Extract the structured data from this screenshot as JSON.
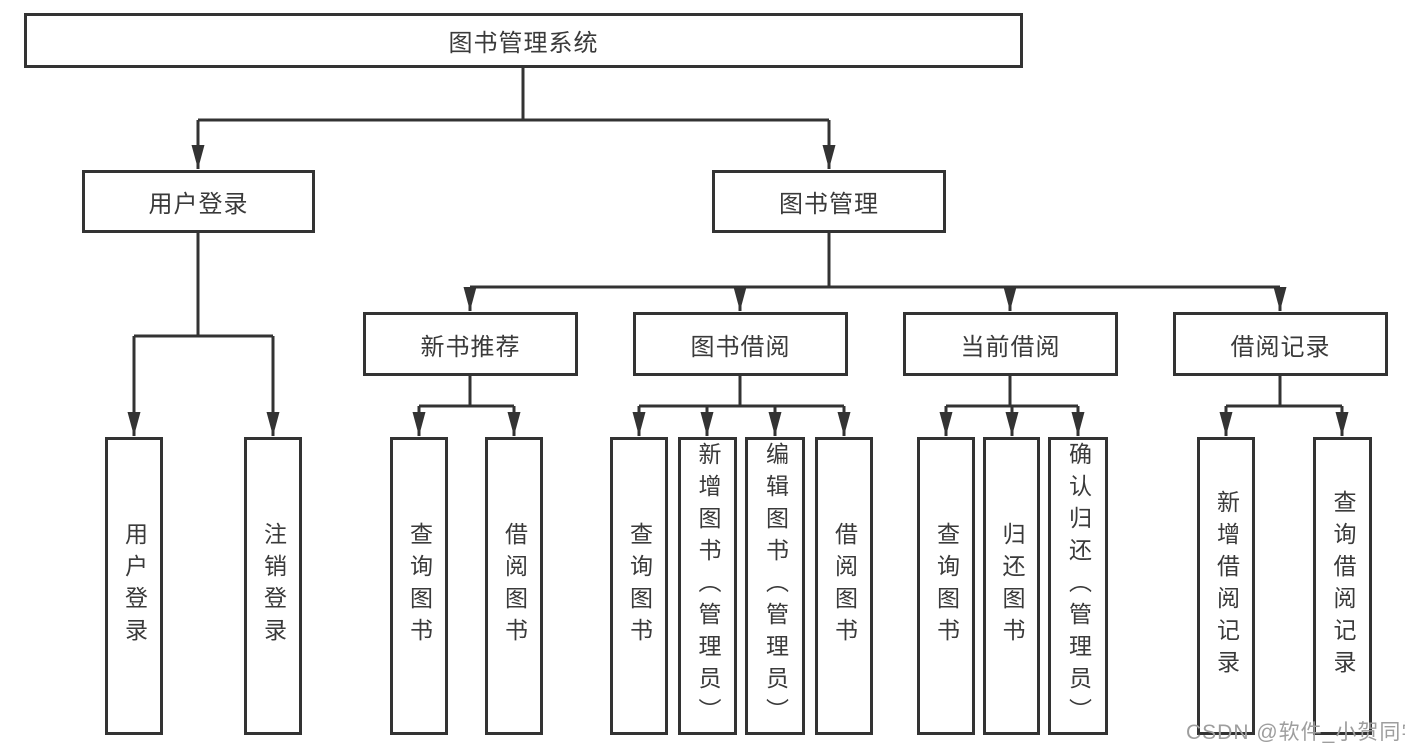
{
  "diagram": {
    "title": "图书管理系统",
    "nodes": {
      "root": "图书管理系统",
      "user_login": "用户登录",
      "book_management": "图书管理",
      "new_book_recommend": "新书推荐",
      "book_borrow": "图书借阅",
      "current_borrow": "当前借阅",
      "borrow_record": "借阅记录",
      "leaf_user_login": "用户登录",
      "leaf_logout": "注销登录",
      "nb_query_book": "查询图书",
      "nb_borrow_book": "借阅图书",
      "bb_query_book": "查询图书",
      "bb_add_book": "新增图书（管理员）",
      "bb_edit_book": "编辑图书（管理员）",
      "bb_borrow_book": "借阅图书",
      "cb_query_book": "查询图书",
      "cb_return_book": "归还图书",
      "cb_confirm_return": "确认归还（管理员）",
      "br_add_record": "新增借阅记录",
      "br_query_record": "查询借阅记录"
    },
    "structure": {
      "图书管理系统": {
        "用户登录": [
          "用户登录",
          "注销登录"
        ],
        "图书管理": {
          "新书推荐": [
            "查询图书",
            "借阅图书"
          ],
          "图书借阅": [
            "查询图书",
            "新增图书（管理员）",
            "编辑图书（管理员）",
            "借阅图书"
          ],
          "当前借阅": [
            "查询图书",
            "归还图书",
            "确认归还（管理员）"
          ],
          "借阅记录": [
            "新增借阅记录",
            "查询借阅记录"
          ]
        }
      }
    }
  },
  "watermark": {
    "text": "CSDN @软件_小贺同学"
  },
  "colors": {
    "line": "#333333",
    "box_border": "#333333",
    "box_fill": "#ffffff",
    "text": "#3a3a3a",
    "watermark": "#9e9e9e",
    "background": "#ffffff"
  }
}
